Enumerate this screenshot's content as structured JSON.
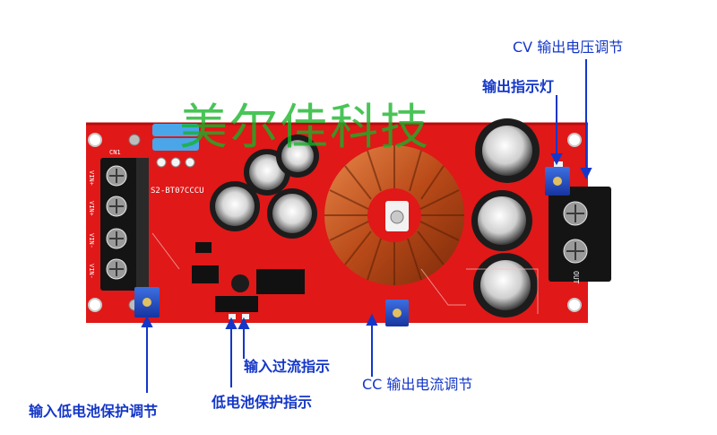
{
  "watermark": "美尔佳科技",
  "board": {
    "model": "S2-BT07CCCU",
    "connector_in": "CN1",
    "terminal_labels": [
      "VIN+",
      "VIN+",
      "VIN-",
      "VIN-"
    ],
    "out_label": "OUT"
  },
  "annotations": {
    "cv": "CV  输出电压调节",
    "output_led": "输出指示灯",
    "input_overcurrent": "输入过流指示",
    "cc": "CC  输出电流调节",
    "low_battery_adj": "输入低电池保护调节",
    "low_battery_led": "低电池保护指示"
  },
  "colors": {
    "pcb": "#e01818",
    "label": "#1437c8",
    "watermark": "#16b428",
    "terminal": "#111111",
    "coil": "#c8501c"
  }
}
